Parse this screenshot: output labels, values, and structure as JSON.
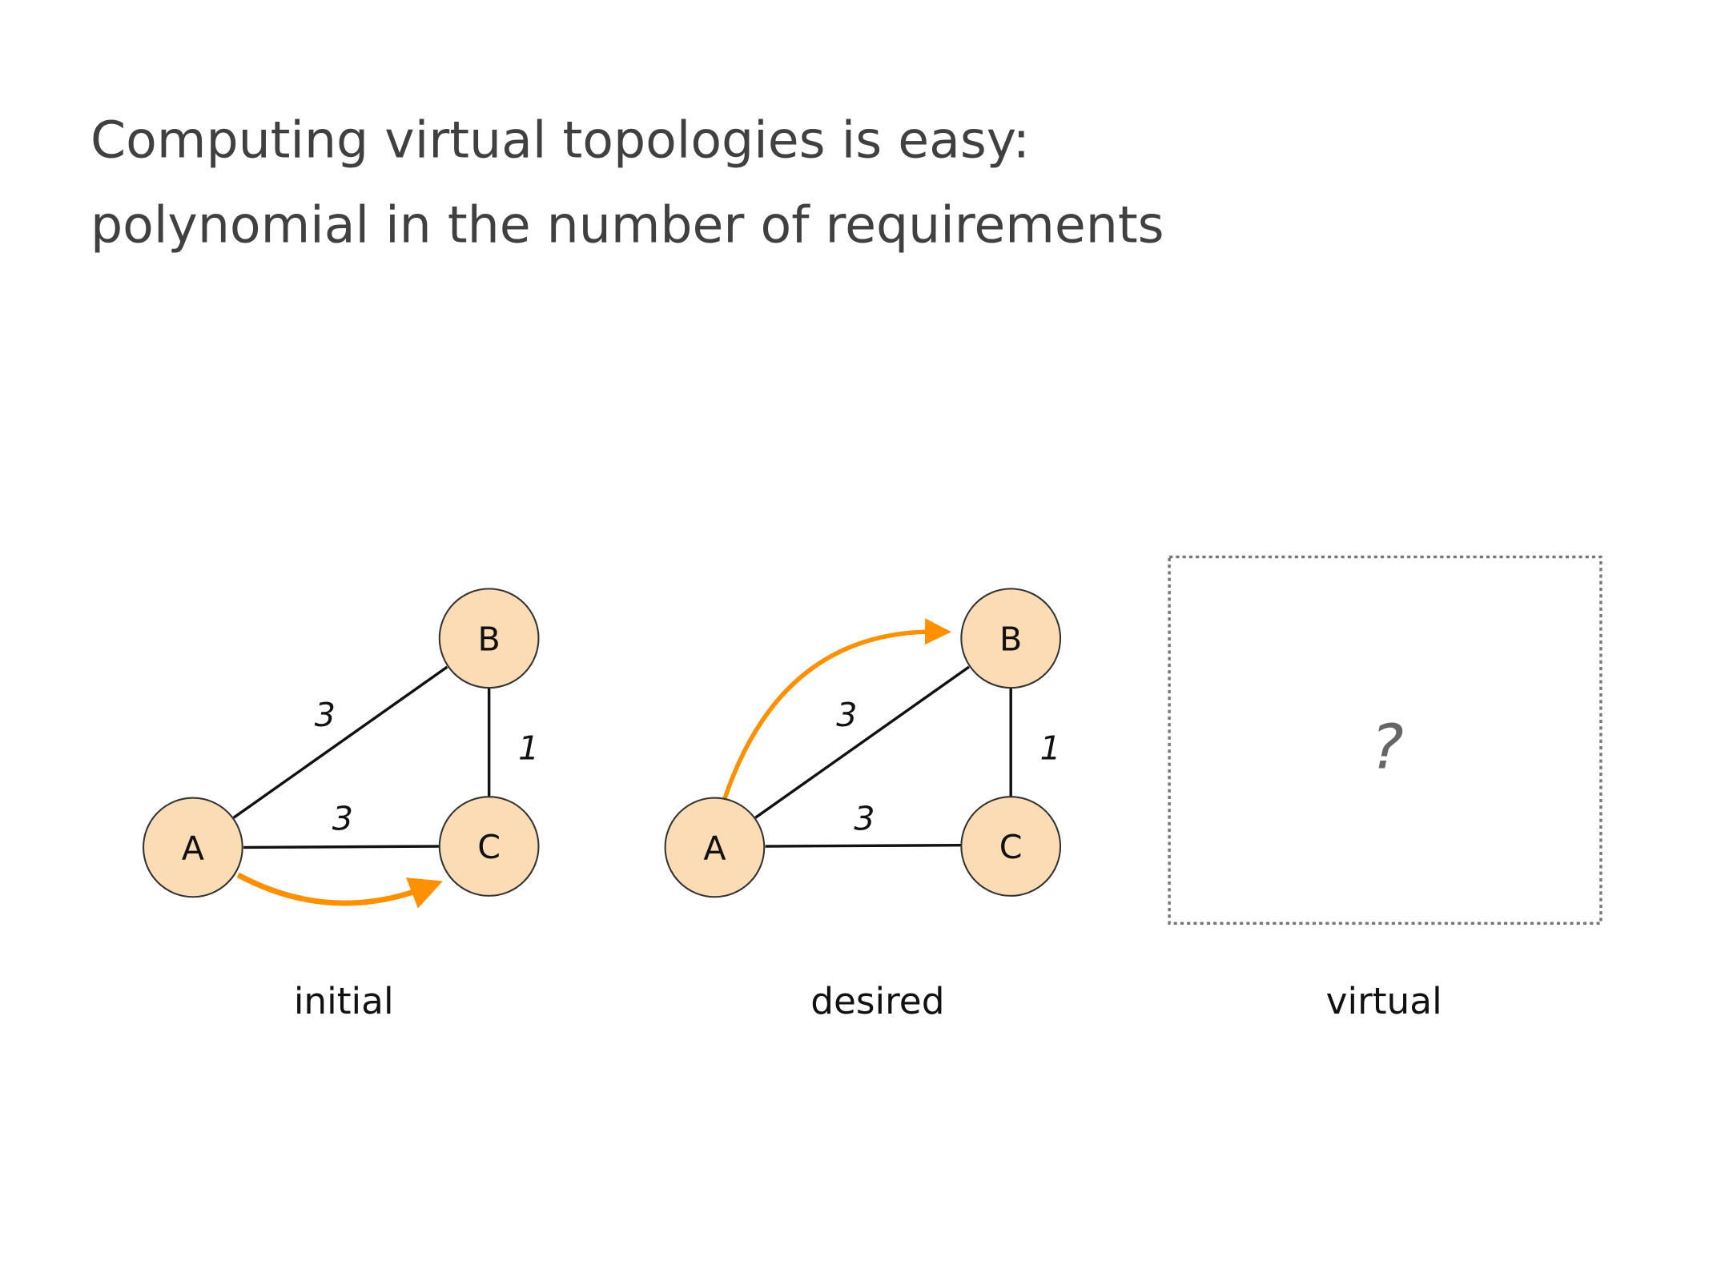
{
  "title": {
    "line1": "Computing virtual topologies is easy:",
    "line2": "polynomial in the number of requirements"
  },
  "colors": {
    "node_fill": "#fcdcb4",
    "arrow": "#ff9000",
    "edge": "#111111",
    "box_border": "#777777"
  },
  "initial": {
    "nodes": {
      "a": "A",
      "b": "B",
      "c": "C"
    },
    "weights": {
      "ab": "3",
      "ac": "3",
      "bc": "1"
    },
    "caption": "initial"
  },
  "desired": {
    "nodes": {
      "a": "A",
      "b": "B",
      "c": "C"
    },
    "weights": {
      "ab": "3",
      "ac": "3",
      "bc": "1"
    },
    "caption": "desired"
  },
  "virtual": {
    "placeholder": "?",
    "caption": "virtual"
  }
}
